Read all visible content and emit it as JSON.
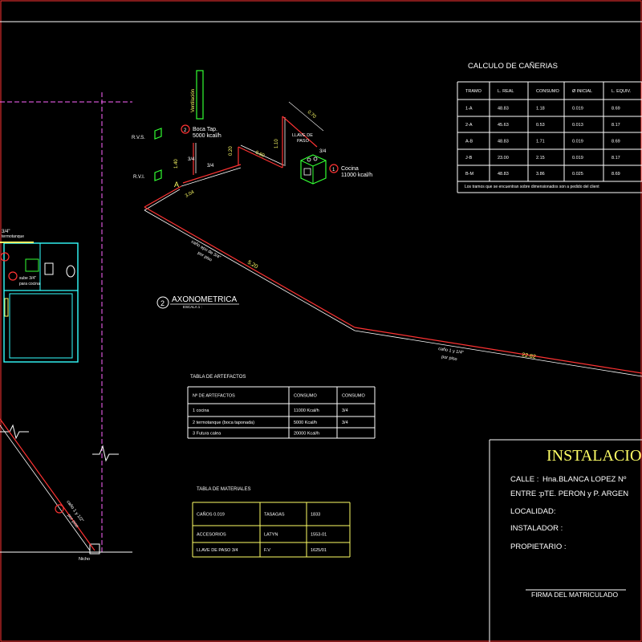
{
  "calculo": {
    "title": "CALCULO  DE  CAÑERIAS",
    "headers": [
      "TRAMO",
      "L. REAL",
      "CONSUMO",
      "Ø INICIAL",
      "L. EQUIV."
    ],
    "rows": [
      [
        "1-A",
        "48.83",
        "1.18",
        "0.019",
        "8.69"
      ],
      [
        "2-A",
        "45.63",
        "0.53",
        "0.013",
        "8.17"
      ],
      [
        "A-B",
        "48.83",
        "1.71",
        "0.019",
        "8.69"
      ],
      [
        "J-B",
        "23.00",
        "2.15",
        "0.019",
        "8.17"
      ],
      [
        "B-M",
        "48.83",
        "3.86",
        "0.025",
        "8.69"
      ]
    ],
    "note": "Los tramos que se encuentran sobre dimensionados son a pedido del client"
  },
  "axonometrica": {
    "number": "2",
    "label": "AXONOMETRICA",
    "scale": "ESCALA  1 : "
  },
  "diagram_labels": {
    "rvs": "R.V.S.",
    "rvi": "R.V.I.",
    "ventilacion": "Ventilación",
    "boca_num": "2",
    "boca_tap": "Boca Tap.",
    "boca_tap_kcal": "5000 kcal/h",
    "cocina_num": "1",
    "cocina": "Cocina",
    "cocina_kcal": "11000 kcal/h",
    "llave_de": "LLAVE DE",
    "paso": "PASO",
    "node_a": "A",
    "d_070": "0.70",
    "d_060": "0.60",
    "d_110": "1.10",
    "d_020": "0.20",
    "d_140": "1.40",
    "d_34a": "3/4",
    "d_34b": "3/4",
    "d_34c": "3/4",
    "d_304": "3.04",
    "d_520": "5.20",
    "d_2282": "22.82",
    "cano_34": "caño epo de 3/4\"",
    "por_piso_1": "por piso",
    "cano_114": "caño 1 y 1/4\"",
    "por_piso_2": "por piso",
    "plan_34": "3/4\"",
    "plan_termo": "termotanque",
    "plan_sube": "sube 3/4\"",
    "plan_cocina": "para cocina",
    "plan_cano": "caño 1 y 1/2\"",
    "plan_piso": "por piso",
    "nicho": "Nicho"
  },
  "artefactos": {
    "title": "TABLA DE ARTEFACTOS",
    "headers": [
      "Nº DE ARTEFACTOS",
      "CONSUMO",
      "CONSUMO"
    ],
    "rows": [
      [
        "1  cocina",
        "11000  Kcal/h",
        "3/4"
      ],
      [
        "2  termotanque  (boca  taponada)",
        "5000  Kcal/h",
        "3/4"
      ],
      [
        "3  Futura  calea",
        "20000  Kcal/h",
        ""
      ]
    ]
  },
  "materiales": {
    "title": "TABLA DE MATERIALES",
    "rows": [
      [
        "CAÑOS  0.019",
        "TASAGAS",
        "1833"
      ],
      [
        "ACCESORIOS",
        "LATYN",
        "1553-01"
      ],
      [
        "LLAVE  DE  PASO  3/4",
        "F.V",
        "1625/01"
      ]
    ]
  },
  "cartouche": {
    "title": "INSTALACION",
    "calle_label": "CALLE  :",
    "calle_value": "Hna.BLANCA LOPEZ   Nº",
    "entre_label": "ENTRE  :",
    "entre_value": "pTE. PERON  y  P. ARGEN",
    "localidad": "LOCALIDAD:",
    "instalador": "INSTALADOR  :",
    "propietario": "PROPIETARIO  :",
    "firma": "FIRMA  DEL  MATRICULADO"
  },
  "colors": {
    "background": "#000000",
    "border": "#ff3333",
    "line": "#ffffff",
    "text": "#ffffff",
    "yellow": "#ffff66",
    "green": "#33ff33",
    "magenta": "#ff66ff",
    "cyan": "#33ffff"
  }
}
